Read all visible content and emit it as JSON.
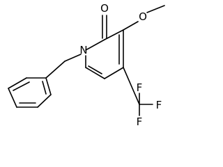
{
  "molecule": {
    "atoms": {
      "oxygen_carbonyl": "O",
      "oxygen_methoxy": "O",
      "nitrogen_ring": "N",
      "fluorine_top": "F",
      "fluorine_right": "F",
      "fluorine_bottom": "F"
    },
    "colors": {
      "bond": "#000000",
      "label": "#000000",
      "background": "#ffffff"
    }
  }
}
